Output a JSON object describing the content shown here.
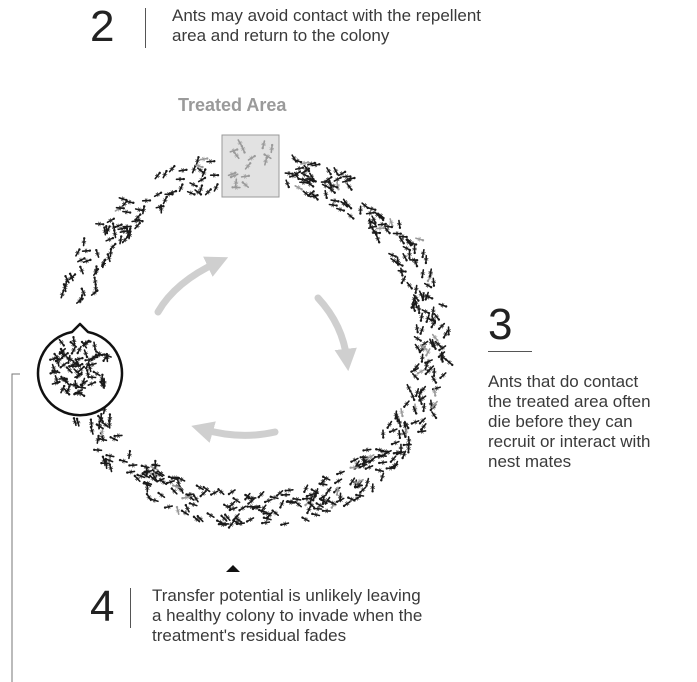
{
  "steps": {
    "s2": {
      "number": "2",
      "text_line1": "Ants may avoid contact with the repellent",
      "text_line2": "area and return to the colony"
    },
    "s3": {
      "number": "3",
      "lines": [
        "Ants that do contact",
        "the treated area often",
        "die before they can",
        "recruit or interact with",
        "nest mates"
      ]
    },
    "s4": {
      "number": "4",
      "lines": [
        "Transfer potential is unlikely leaving",
        "a healthy colony to invade when the",
        "treatment's residual fades"
      ]
    }
  },
  "treated_area": {
    "label": "Treated Area"
  },
  "colors": {
    "arrow": "#cfcfcf",
    "treated_fill": "#e2e2e2",
    "ant": "#1a1a1a",
    "ant_dead": "#9a9a9a"
  }
}
